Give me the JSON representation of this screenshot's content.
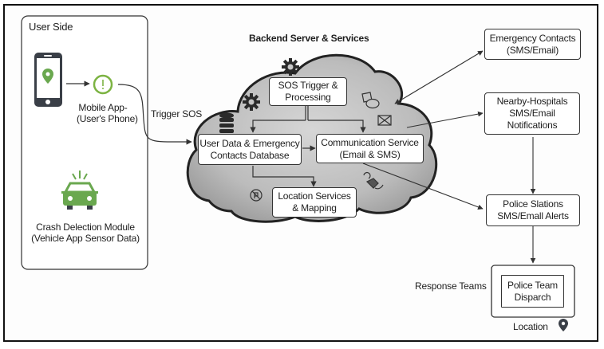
{
  "user_side": {
    "title": "User Side",
    "phone_icon": "smartphone-with-location-pin-icon",
    "alert_icon": "alert-circle-icon",
    "mobile_app_label_line1": "Mobile App-",
    "mobile_app_label_line2": "(User's Phone)",
    "car_icon": "crashed-car-icon",
    "crash_module_line1": "Crash Delection Module",
    "crash_module_line2": "(Vehicle App Sensor Data)"
  },
  "trigger_label": "Trigger SOS",
  "backend": {
    "title": "Backend Server & Services",
    "sos_line1": "SOS Trigger &",
    "sos_line2": "Processing",
    "db_line1": "User Data & Emergency",
    "db_line2": "Contacts Database",
    "comm_line1": "Communication Service",
    "comm_line2": "(Email & SMS)",
    "loc_line1": "Location Services",
    "loc_line2": "& Mapping",
    "icons": [
      "gear-icon",
      "gear-icon",
      "database-icon",
      "chat-bubbles-icon",
      "envelope-icon",
      "map-pin-circle-icon",
      "gesture-icon"
    ]
  },
  "outputs": {
    "contacts_line1": "Emergency Contacts",
    "contacts_line2": "(SMS/Email)",
    "hospitals_line1": "Nearby-Hospitals",
    "hospitals_line2": "SMS/Email",
    "hospitals_line3": "Notifications",
    "police_line1": "Police Slations",
    "police_line2": "SMS/Emall Alerts",
    "response_label": "Response Teams",
    "dispatch_line1": "Police Team",
    "dispatch_line2": "Disparch",
    "location_label": "Location"
  },
  "colors": {
    "accent_green": "#6aa84f",
    "cloud_fill": "#bdbdbd",
    "outline": "#222222"
  }
}
